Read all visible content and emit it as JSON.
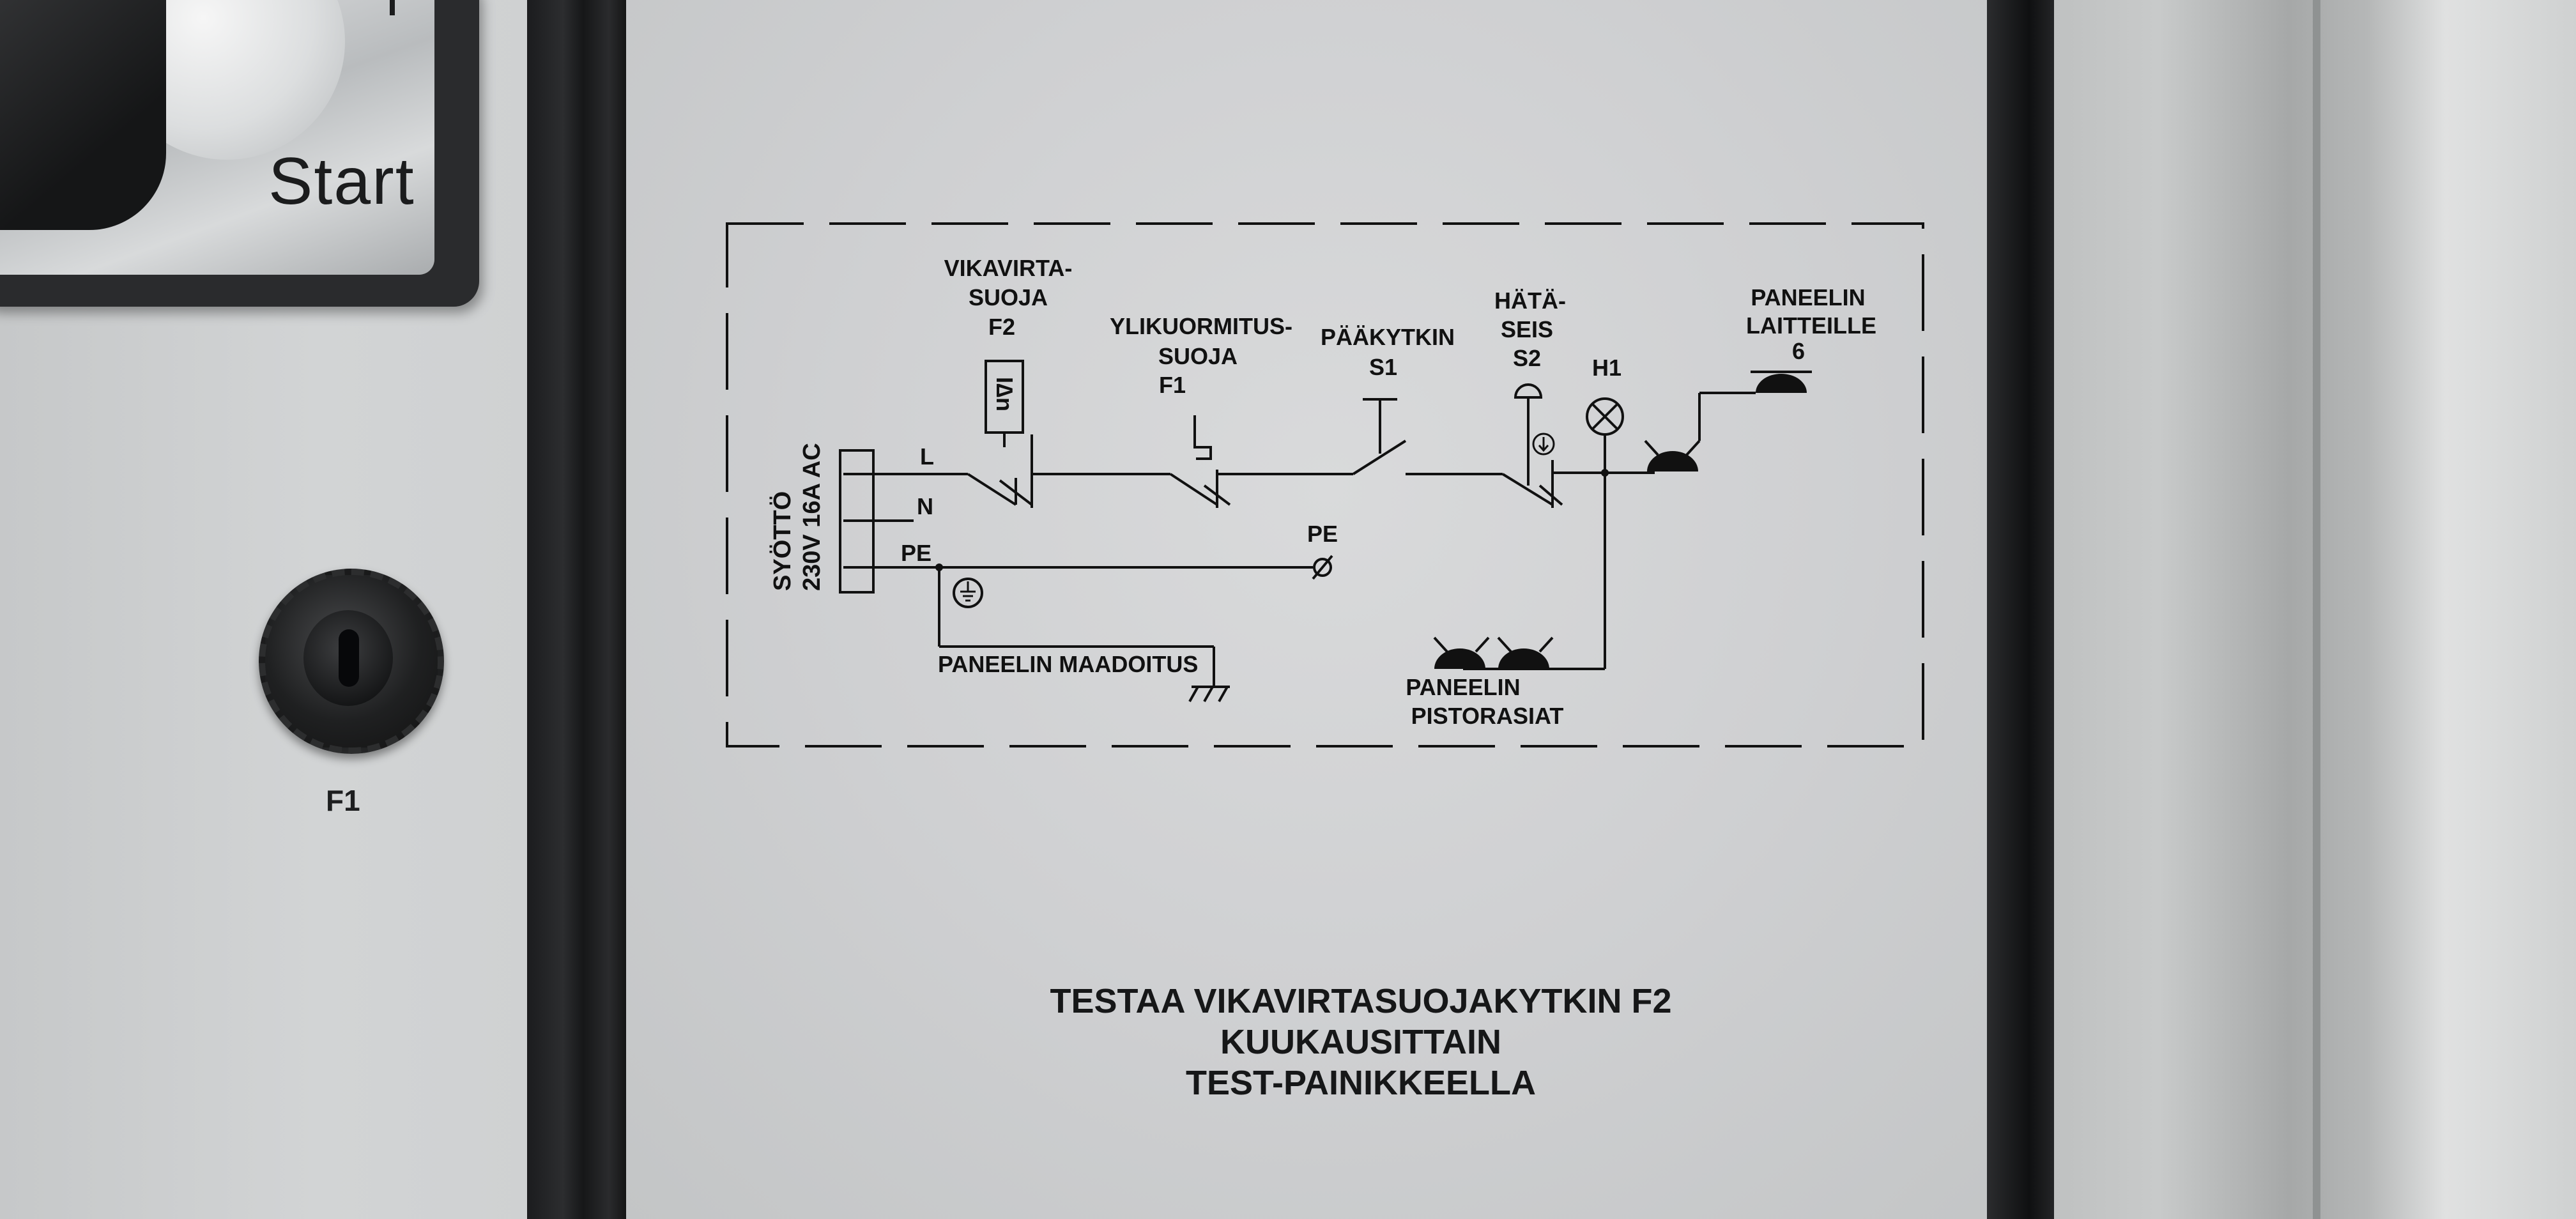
{
  "switch": {
    "label": "Start"
  },
  "fuse": {
    "label": "F1"
  },
  "diagram": {
    "supply": {
      "line1": "SYÖTTÖ",
      "line2": "230V 16A  AC",
      "terminals": [
        "L",
        "N",
        "PE"
      ]
    },
    "rcd": {
      "line1": "VIKAVIRTA-",
      "line2": "SUOJA",
      "line3": "F2",
      "symbol": "I∆n"
    },
    "overload": {
      "line1": "YLIKUORMITUS-",
      "line2": "SUOJA",
      "line3": "F1"
    },
    "main_switch": {
      "line1": "PÄÄKYTKIN",
      "line2": "S1"
    },
    "estop": {
      "line1": "HÄTÄ-",
      "line2": "SEIS",
      "line3": "S2"
    },
    "lamp": {
      "label": "H1"
    },
    "panel_devices": {
      "line1": "PANEELIN",
      "line2": "LAITTEILLE",
      "line3": "6"
    },
    "pe_label": "PE",
    "panel_ground": "PANEELIN MAADOITUS",
    "sockets": {
      "line1": "PANEELIN",
      "line2": "PISTORASIAT"
    }
  },
  "instruction": {
    "line1": "TESTAA VIKAVIRTASUOJAKYTKIN F2",
    "line2": "KUUKAUSITTAIN",
    "line3": "TEST-PAINIKKEELLA"
  },
  "colors": {
    "ink": "#111111",
    "plate": "#d4d5d6",
    "gasket": "#1b1c1e"
  }
}
